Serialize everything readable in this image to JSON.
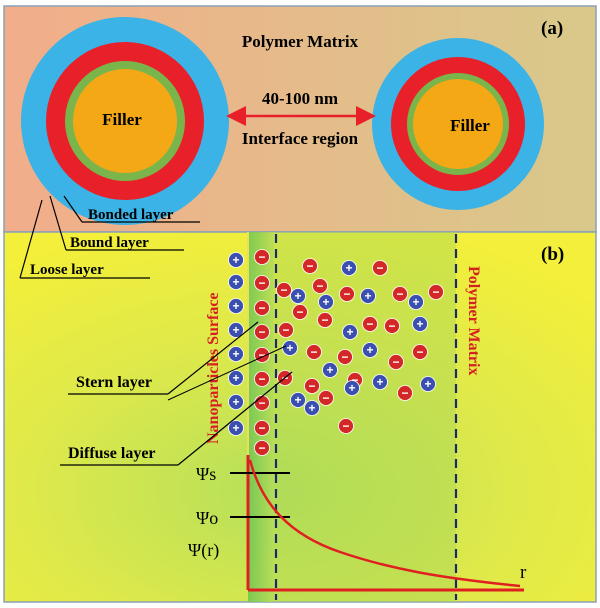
{
  "panel_a": {
    "tag": "(a)",
    "matrix_label": "Polymer Matrix",
    "filler_left": "Filler",
    "filler_right": "Filler",
    "distance_label": "40-100 nm",
    "interface_label": "Interface region",
    "bonded_label": "Bonded layer",
    "bound_label": "Bound layer",
    "loose_label": "Loose layer",
    "colors": {
      "background_left": "#f3b28c",
      "background_right": "#d9c48a",
      "loose": "#3bb3e6",
      "bonded": "#e8202a",
      "bound": "#79b54a",
      "filler": "#f5a816",
      "arrow": "#e8202a"
    }
  },
  "panel_b": {
    "tag": "(b)",
    "surface_label": "Nanoparticles Surface",
    "matrix_label": "Polymer Matrix",
    "stern_label": "Stern layer",
    "diffuse_label": "Diffuse layer",
    "psi_s": "Ψs",
    "psi_o": "Ψo",
    "psi_r": "Ψ(r)",
    "axis_r": "r",
    "plus_sign": "+",
    "minus_sign": "−",
    "colors": {
      "background": "#eef03a",
      "green_band": "#8fd05a",
      "cation": "#3a4fb0",
      "anion": "#d42828",
      "curve": "#e02020",
      "dash": "#1a2a6a"
    }
  }
}
